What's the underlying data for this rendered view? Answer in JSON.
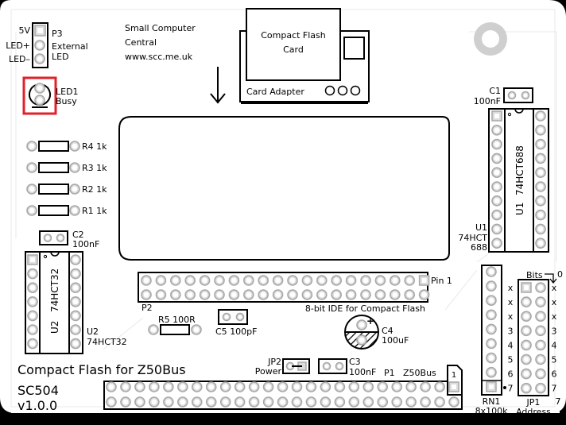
{
  "board": {
    "title": "Compact Flash for Z50Bus",
    "model": "SC504",
    "version": "v1.0.0",
    "credit": [
      "Small Computer",
      "Central",
      "www.scc.me.uk"
    ],
    "highlight_color": "#e0202a"
  },
  "card_illustration": {
    "card_label": [
      "Compact Flash",
      "Card"
    ],
    "adapter_label": "Card Adapter"
  },
  "components": {
    "P3": {
      "ref": "P3",
      "desc": [
        "External",
        "LED"
      ],
      "pins": [
        "5V",
        "LED+",
        "LED–"
      ]
    },
    "LED1": {
      "ref": "LED1",
      "desc": "Busy"
    },
    "R4": {
      "ref": "R4",
      "value": "1k"
    },
    "R3": {
      "ref": "R3",
      "value": "1k"
    },
    "R2": {
      "ref": "R2",
      "value": "1k"
    },
    "R1": {
      "ref": "R1",
      "value": "1k"
    },
    "R5": {
      "ref": "R5",
      "value": "100R"
    },
    "C1": {
      "ref": "C1",
      "value": "100nF"
    },
    "C2": {
      "ref": "C2",
      "value": "100nF"
    },
    "C3": {
      "ref": "C3",
      "value": "100nF"
    },
    "C4": {
      "ref": "C4",
      "value": "100uF"
    },
    "C5": {
      "ref": "C5",
      "value": "100pF"
    },
    "U1": {
      "ref": "U1",
      "part": "74HCT688",
      "part_wrapped": [
        "74HCT",
        "688"
      ]
    },
    "U2": {
      "ref": "U2",
      "part": "74HCT32"
    },
    "P2": {
      "ref": "P2",
      "pin1": "Pin 1",
      "desc": "8-bit IDE for Compact Flash"
    },
    "P1": {
      "ref": "P1",
      "desc": "Z50Bus",
      "pin1": "1"
    },
    "JP2": {
      "ref": "JP2",
      "desc": "Power"
    },
    "RN1": {
      "ref": "RN1",
      "value": "8x100k"
    },
    "JP1": {
      "ref": "JP1",
      "desc": "Address",
      "bits_label": "Bits",
      "bit_start": "0",
      "bit_end": "7",
      "rows": [
        "x",
        "x",
        "x",
        "3",
        "4",
        "5",
        "6",
        "7"
      ]
    }
  }
}
